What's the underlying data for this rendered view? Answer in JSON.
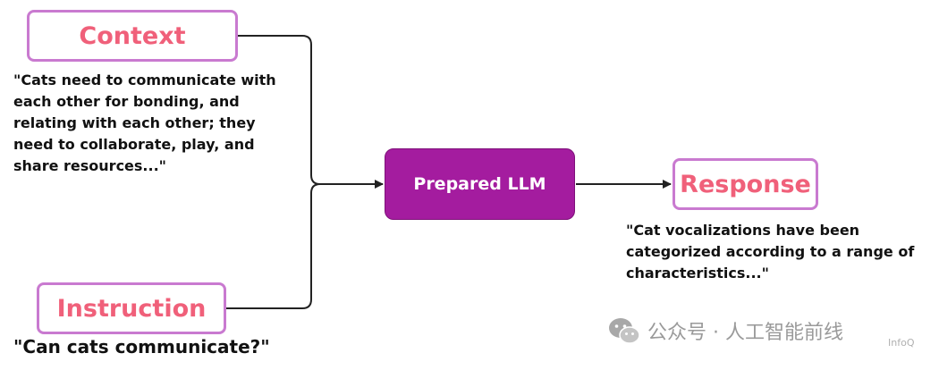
{
  "nodes": {
    "context": {
      "label": "Context"
    },
    "instruction": {
      "label": "Instruction"
    },
    "llm": {
      "label": "Prepared LLM"
    },
    "response": {
      "label": "Response"
    }
  },
  "quotes": {
    "context": "\"Cats need to communicate with each other for bonding, and relating with each other; they need to collaborate, play, and share resources...\"",
    "instruction": "\"Can cats communicate?\"",
    "response": "\"Cat vocalizations have been categorized according to a range of characteristics...\""
  },
  "watermark": {
    "text": "公众号 · 人工智能前线",
    "sub": "InfoQ",
    "logo": "wechat-icon"
  },
  "colors": {
    "box_border": "#c97ad0",
    "box_text": "#f0607a",
    "llm_fill": "#a41c9f",
    "connector": "#222222"
  }
}
